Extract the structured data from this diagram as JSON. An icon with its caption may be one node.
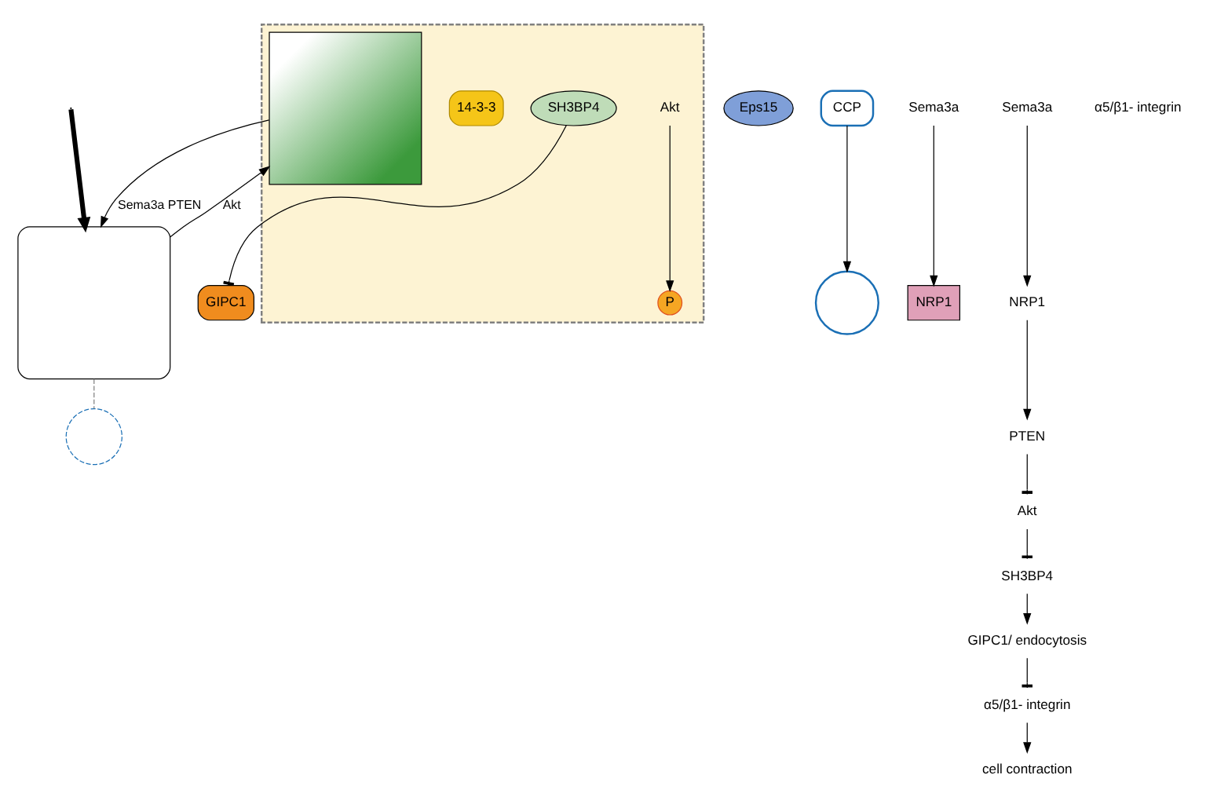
{
  "diagram": {
    "nodes": [
      {
        "text": [],
        "shape": "box"
      },
      {
        "text": [],
        "shape": "picture",
        "in": 0
      },
      {
        "text": [],
        "shape": "box"
      },
      {
        "text": [
          "Akt"
        ],
        "in": 0
      },
      {
        "text": [
          "14-3-3"
        ],
        "in": 0
      },
      {
        "text": [
          "P"
        ],
        "in": 0
      },
      {
        "text": [
          "SH3BP4"
        ],
        "in": 0
      },
      {
        "text": [
          "GIPC1"
        ]
      },
      {
        "text": [
          "Eps15"
        ]
      },
      {
        "text": [
          "CCP"
        ]
      },
      {
        "text": [],
        "shape": "circle"
      },
      {
        "text": [
          "NRP1"
        ]
      },
      {
        "text": [
          "Sema3a"
        ]
      },
      {
        "text": [
          "Sema3a"
        ]
      },
      {
        "text": [
          "NRP1"
        ]
      },
      {
        "text": [
          "PTEN"
        ]
      },
      {
        "text": [
          "Akt"
        ]
      },
      {
        "text": [
          "SH3BP4"
        ]
      },
      {
        "text": [
          "GIPC1/ endocytosis"
        ]
      },
      {
        "text": [
          "α5/β1- integrin"
        ]
      },
      {
        "text": [
          "cell contraction"
        ]
      },
      {
        "text": [],
        "shape": "circle"
      }
    ],
    "edges": [
      {
        "from": 1,
        "to": 2,
        "arrow": "to",
        "label": "Sema3a PTEN"
      },
      {
        "from": 2,
        "to": 1,
        "arrow": "to",
        "label": "Akt"
      },
      {
        "from": 3,
        "to": 5,
        "arrow": "to"
      },
      {
        "from": 6,
        "to": 7,
        "arrow": "other"
      },
      {
        "from": 12,
        "to": 11,
        "arrow": "to"
      },
      {
        "from": 9,
        "to": 10,
        "arrow": "to"
      },
      {
        "from": null,
        "to": 2,
        "arrow": "to",
        "style": "thick"
      },
      {
        "from": 2,
        "to": 21,
        "arrow": "none",
        "style": "dashed",
        "color": "#808080"
      },
      {
        "from": 13,
        "to": 14,
        "arrow": "to"
      },
      {
        "from": 14,
        "to": 15,
        "arrow": "to"
      },
      {
        "from": 15,
        "to": 16,
        "arrow": "other"
      },
      {
        "from": 16,
        "to": 17,
        "arrow": "other"
      },
      {
        "from": 17,
        "to": 18,
        "arrow": "to"
      },
      {
        "from": 18,
        "to": 19,
        "arrow": "other"
      },
      {
        "from": 19,
        "to": 20,
        "arrow": "to"
      }
    ],
    "labels": [
      "α5/β1- integrin"
    ]
  }
}
